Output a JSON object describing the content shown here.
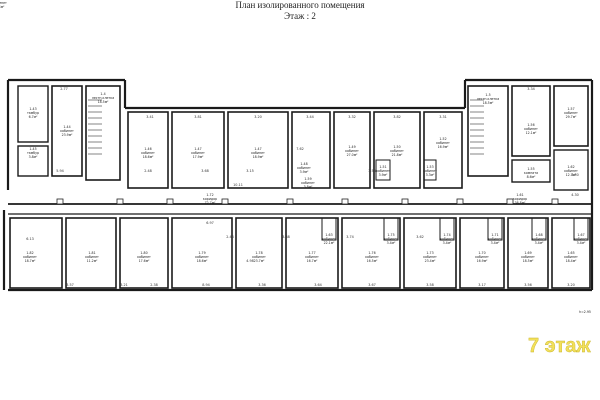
{
  "header": {
    "title": "План изолированного помещения",
    "floor": "Этаж : 2"
  },
  "rooms": [
    {
      "id": "1-43",
      "name": "тамбур",
      "area": "6.7м²"
    },
    {
      "id": "1-44",
      "name": "кабинет",
      "area": "23.9м²"
    },
    {
      "id": "1-45",
      "name": "тамбур",
      "area": "3.8м²"
    },
    {
      "id": "1-4",
      "name": "лестн.клетка",
      "area": "18.5м²"
    },
    {
      "id": "1-46",
      "name": "кабинет",
      "area": "18.6м²"
    },
    {
      "id": "1-47",
      "name": "кабинет",
      "area": "17.9м²"
    },
    {
      "id": "1-47",
      "name": "кабинет",
      "area": "18.9м²"
    },
    {
      "id": "1-49",
      "name": "кабинет",
      "area": "27.0м²"
    },
    {
      "id": "1-50",
      "name": "кабинет",
      "area": "21.8м²"
    },
    {
      "id": "1-52",
      "name": "кабинет",
      "area": "16.9м²"
    },
    {
      "id": "1-48",
      "name": "кабинет",
      "area": "3.9м²"
    },
    {
      "id": "1-51",
      "name": "кабинет",
      "area": "3.9м²"
    },
    {
      "id": "1-53",
      "name": "кабинет",
      "area": "3.3м²"
    },
    {
      "id": "1-5",
      "name": "лестн.клетка",
      "area": "18.5м²"
    },
    {
      "id": "1-56",
      "name": "кабинет",
      "area": "12.1м²"
    },
    {
      "id": "1-55",
      "name": "комната",
      "area": "8.6м²"
    },
    {
      "id": "1-57",
      "name": "кабинет",
      "area": "29.7м²"
    },
    {
      "id": "1-62",
      "name": "кабинет",
      "area": "12.7м²"
    },
    {
      "id": "1-59",
      "name": "кабинет",
      "area": "3.8м²"
    },
    {
      "id": "1-72",
      "name": "коридор",
      "area": "72.7м²"
    },
    {
      "id": "1-61",
      "name": "коридор",
      "area": "38.8м²"
    },
    {
      "id": "1-82",
      "name": "кабинет",
      "area": "18.7м²"
    },
    {
      "id": "1-81",
      "name": "кабинет",
      "area": "11.2м²"
    },
    {
      "id": "1-80",
      "name": "кабинет",
      "area": "17.6м²"
    },
    {
      "id": "1-79",
      "name": "кабинет",
      "area": "18.6м²"
    },
    {
      "id": "1-78",
      "name": "кабинет",
      "area": "23.7м²"
    },
    {
      "id": "1-77",
      "name": "кабинет",
      "area": "16.7м²"
    },
    {
      "id": "1-76",
      "name": "кабинет",
      "area": "16.5м²"
    },
    {
      "id": "1-73",
      "name": "кабинет",
      "area": "23.4м²"
    },
    {
      "id": "1-70",
      "name": "кабинет",
      "area": "16.9м²"
    },
    {
      "id": "1-69",
      "name": "кабинет",
      "area": "18.5м²"
    },
    {
      "id": "1-65",
      "name": "кабинет",
      "area": "18.4м²"
    },
    {
      "id": "1-63",
      "name": "кабинет",
      "area": "22.1м²"
    },
    {
      "id": "1-75",
      "name": "кабинет",
      "area": "3.4м²"
    },
    {
      "id": "1-74",
      "name": "кабинет",
      "area": "3.4м²"
    },
    {
      "id": "1-71",
      "name": "кабинет",
      "area": "3.4м²"
    },
    {
      "id": "1-68",
      "name": "кабинет",
      "area": "3.4м²"
    },
    {
      "id": "1-67",
      "name": "кабинет",
      "area": "3.4м²"
    },
    {
      "id": "1-64",
      "name": "кабинет",
      "area": "3.4м²"
    }
  ],
  "dimensions": [
    "2.77",
    "3.41",
    "3.81",
    "3.20",
    "3.44",
    "3.32",
    "3.82",
    "3.31",
    "3.34",
    "5.94",
    "2.48",
    "3.68",
    "3.15",
    "10.11",
    "7.62",
    "3.55",
    "3.57",
    "3.21",
    "2.38",
    "8.94",
    "3.36",
    "3.64",
    "3.67",
    "3.58",
    "3.17",
    "3.56",
    "3.20",
    "6.13",
    "2.48",
    "3.38",
    "6.97",
    "4.98",
    "3.74",
    "4.50",
    "4.30",
    "3.62"
  ],
  "stamp": {
    "text": "7 этаж",
    "color": "#f2e05a"
  },
  "scale_note": "h=2.95"
}
